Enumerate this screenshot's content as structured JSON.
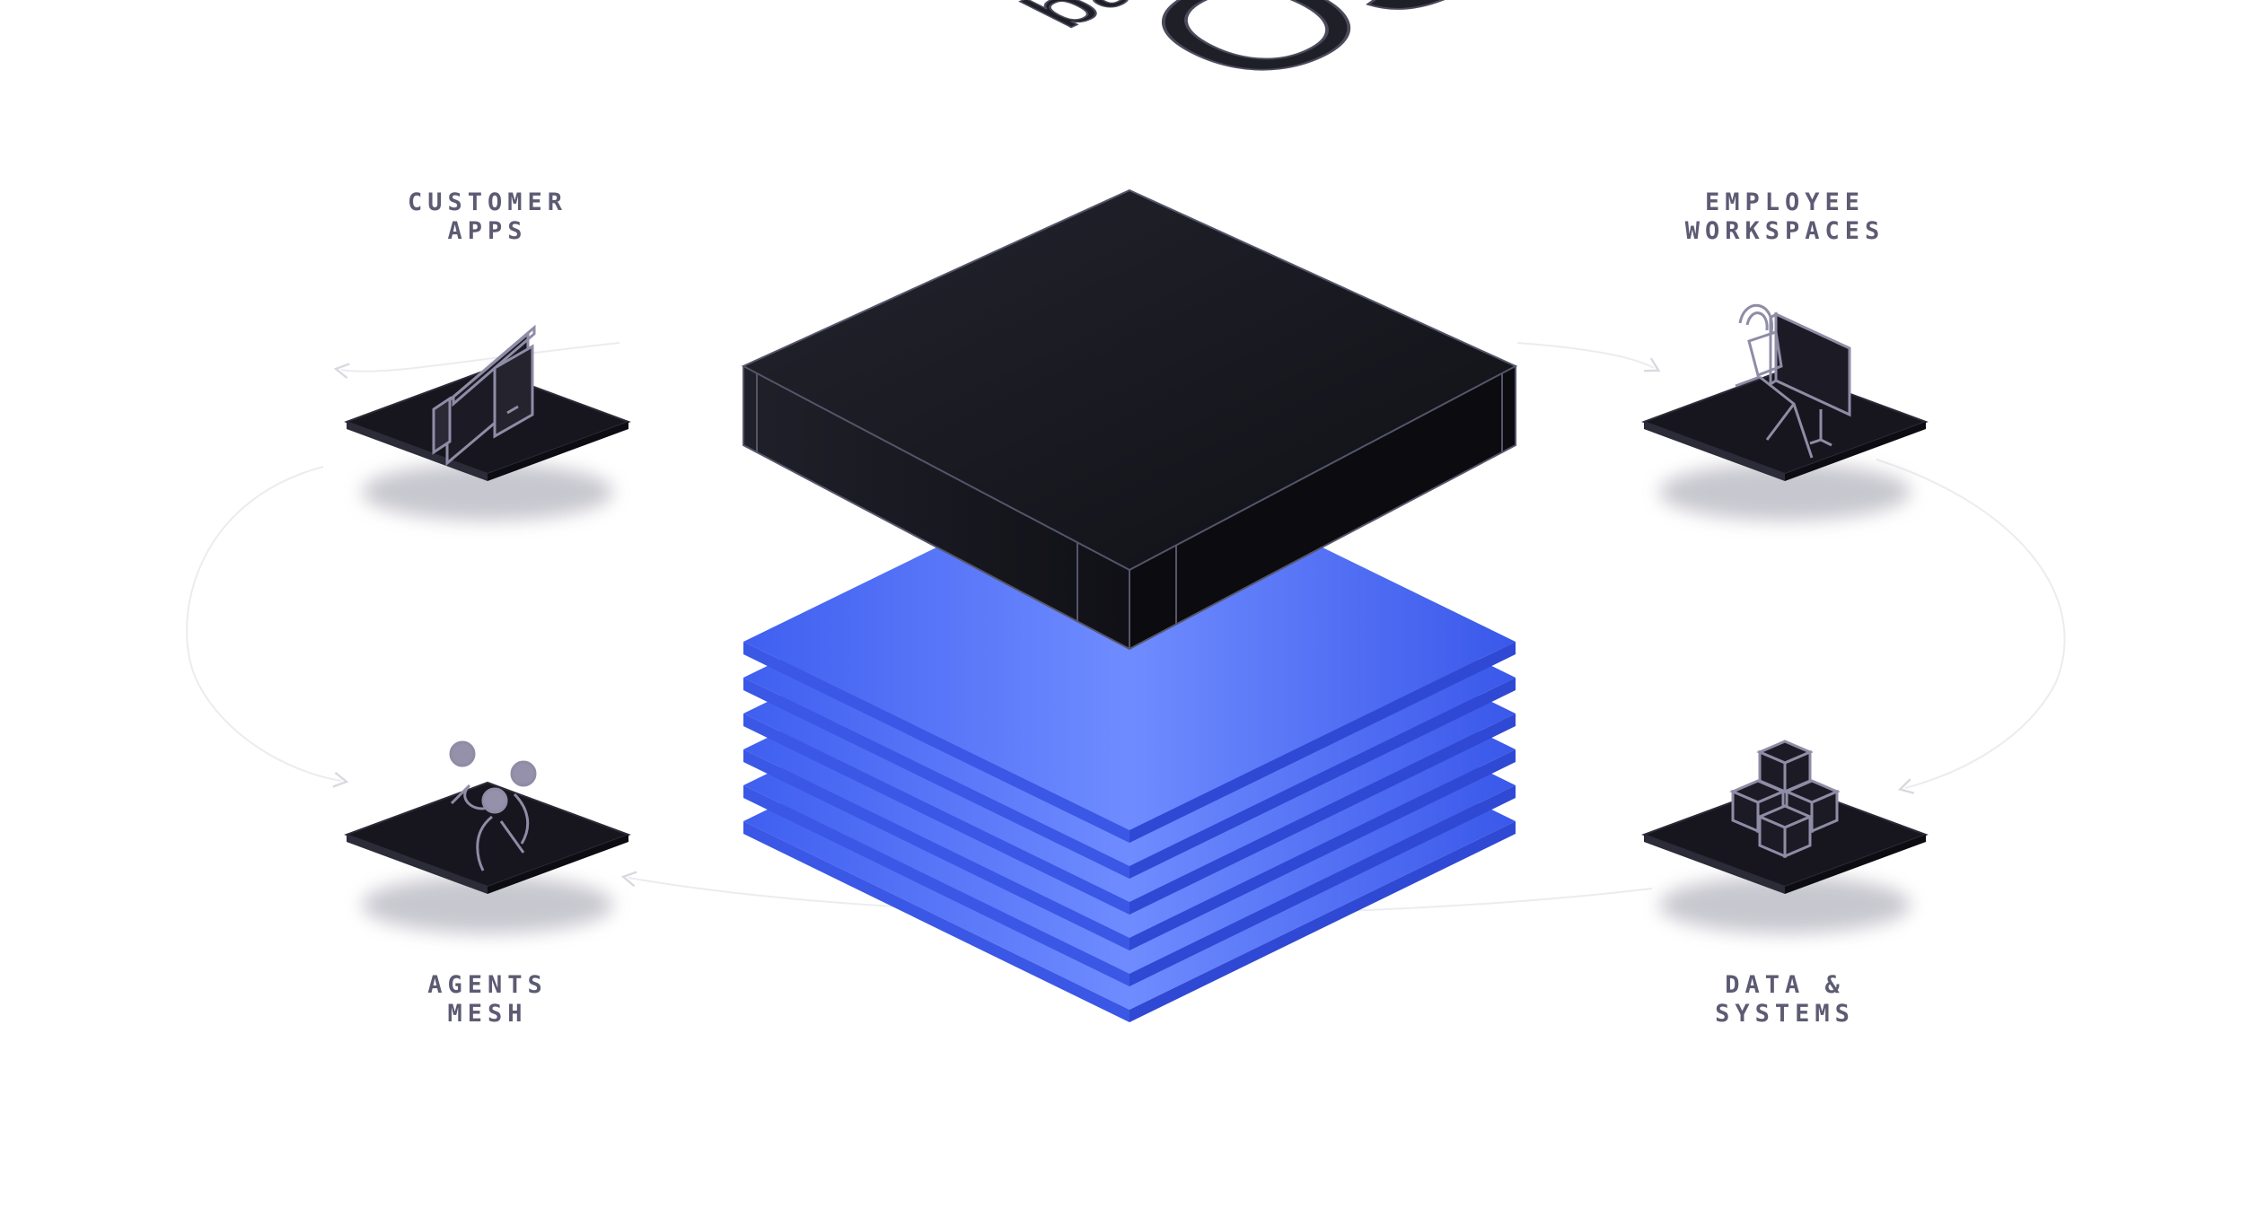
{
  "center": {
    "title_small": "banking",
    "title_large": "OS",
    "layer_color": "#4163f0",
    "top_color": "#131319"
  },
  "nodes": {
    "customer_apps": {
      "line1": "CUSTOMER",
      "line2": "APPS",
      "icon": "devices-icon"
    },
    "employee_workspaces": {
      "line1": "EMPLOYEE",
      "line2": "WORKSPACES",
      "icon": "workstation-icon"
    },
    "agents_mesh": {
      "line1": "AGENTS",
      "line2": "MESH",
      "icon": "agents-icon"
    },
    "data_systems": {
      "line1": "DATA &",
      "line2": "SYSTEMS",
      "icon": "cubes-icon"
    }
  },
  "colors": {
    "label_text": "#5d5b73",
    "tile": "#17161f",
    "icon_stroke": "#8f8ca6",
    "orbit": "#ececf0"
  }
}
